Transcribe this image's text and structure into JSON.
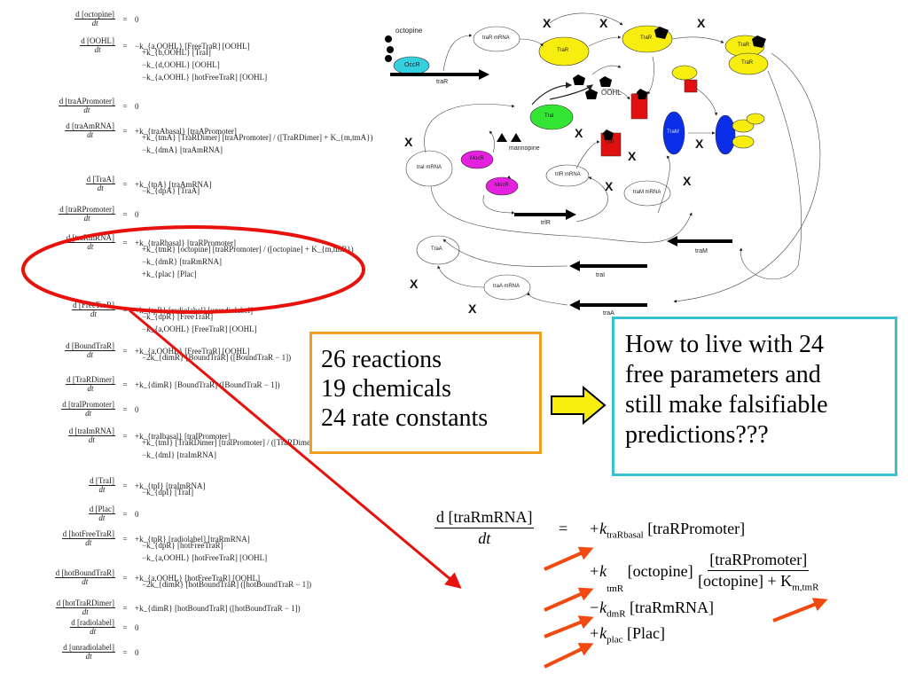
{
  "equations": [
    {
      "lhs": "d [octopine]",
      "rhs": [
        "0"
      ]
    },
    {
      "lhs": "d [OOHL]",
      "rhs": [
        "−k_{a,OOHL} [FreeTraR] [OOHL]",
        "+k_{b,OOHL} [TraI]",
        "−k_{d,OOHL} [OOHL]",
        "−k_{a,OOHL} [hotFreeTraR] [OOHL]"
      ]
    },
    {
      "lhs": "d [traAPromoter]",
      "rhs": [
        "0"
      ]
    },
    {
      "lhs": "d [traAmRNA]",
      "rhs": [
        "+k_{traAbasal} [traAPromoter]",
        "+k_{tmA} [TraRDimer] [traAPromoter] / ([TraRDimer] + K_{m,tmA})",
        "−k_{dmA} [traAmRNA]"
      ]
    },
    {
      "lhs": "d [TraA]",
      "rhs": [
        "+k_{tpA} [traAmRNA]",
        "−k_{dpA} [TraA]"
      ]
    },
    {
      "lhs": "d [traRPromoter]",
      "rhs": [
        "0"
      ]
    },
    {
      "lhs": "d [traRmRNA]",
      "rhs": [
        "+k_{traRbasal} [traRPromoter]",
        "+k_{tmR} [octopine] [traRPromoter] / ([octopine] + K_{m,tmR})",
        "−k_{dmR} [traRmRNA]",
        "+k_{plac} [Plac]"
      ]
    },
    {
      "lhs": "d [FreeTraR]",
      "rhs": [
        "+k_{tpR} [radiolabel] [unradiolabel]",
        "−k_{dpR} [FreeTraR]",
        "−k_{a,OOHL} [FreeTraR] [OOHL]"
      ]
    },
    {
      "lhs": "d [BoundTraR]",
      "rhs": [
        "+k_{a,OOHL} [FreeTraR] [OOHL]",
        "−2k_{dimR} [BoundTraR] ([BoundTraR − 1])"
      ]
    },
    {
      "lhs": "d [TraRDimer]",
      "rhs": [
        "+k_{dimR} [BoundTraR] ([BoundTraR − 1])"
      ]
    },
    {
      "lhs": "d [traIPromoter]",
      "rhs": [
        "0"
      ]
    },
    {
      "lhs": "d [traImRNA]",
      "rhs": [
        "+k_{traIbasal} [traIPromoter]",
        "+k_{tmI} [TraRDimer] [traIPromoter] / ([TraRDimer] + K_{m,tmI})",
        "−k_{dmI} [traImRNA]"
      ]
    },
    {
      "lhs": "d [TraI]",
      "rhs": [
        "+k_{tpI} [traImRNA]",
        "−k_{dpI} [TraI]"
      ]
    },
    {
      "lhs": "d [Plac]",
      "rhs": [
        "0"
      ]
    },
    {
      "lhs": "d [hotFreeTraR]",
      "rhs": [
        "+k_{tpR} [radiolabel] [traRmRNA]",
        "−k_{dpR} [hotFreeTraR]",
        "−k_{a,OOHL} [hotFreeTraR] [OOHL]"
      ]
    },
    {
      "lhs": "d [hotBoundTraR]",
      "rhs": [
        "+k_{a,OOHL} [hotFreeTraR] [OOHL]",
        "−2k_{dimR} [hotBoundTraR] ([hotBoundTraR − 1])"
      ]
    },
    {
      "lhs": "d [hotTraRDimer]",
      "rhs": [
        "+k_{dimR} [hotBoundTraR] ([hotBoundTraR − 1])"
      ]
    },
    {
      "lhs": "d [radiolabel]",
      "rhs": [
        "0"
      ]
    },
    {
      "lhs": "d [unradiolabel]",
      "rhs": [
        "0"
      ]
    }
  ],
  "dt": "dt",
  "summary_box": {
    "lines": [
      "26 reactions",
      "19 chemicals",
      "24 rate constants"
    ]
  },
  "question_box": {
    "lines": [
      "How to live with 24",
      "free parameters and",
      "still make falsifiable",
      "predictions???"
    ]
  },
  "zoom_equation": {
    "lhs_num": "d [traRmRNA]",
    "lhs_den": "dt",
    "eq": "=",
    "t1_k": "+k",
    "t1_sub": "traRbasal",
    "t1_rest": " [traRPromoter]",
    "t2_k": "+k",
    "t2_sub": "tmR",
    "t2_mid": " [octopine] ",
    "t2_num": "[traRPromoter]",
    "t2_den_a": "[octopine] + K",
    "t2_den_sub": "m,tmR",
    "t3_k": "−k",
    "t3_sub": "dmR",
    "t3_rest": " [traRmRNA]",
    "t4_k": "+k",
    "t4_sub": "plac",
    "t4_rest": " [Plac]"
  },
  "diagram": {
    "labels": {
      "octopine": "octopine",
      "occr": "OccR",
      "traR_gene": "traR",
      "traR_mrna": "traR mRNA",
      "traR_a": "TraR",
      "traR_b": "TraR",
      "traR_c": "TraR",
      "traR_d": "TraR",
      "oohl": "OOHL",
      "mannopine": "mannopine",
      "trlR_gene": "trlR",
      "trlR_mrna": "trlR mRNA",
      "traI_mrna_left": "traI mRNA",
      "traM_mrna": "traM mRNA",
      "traM_gene": "traM",
      "traA_prot": "TraA",
      "traA_mrna": "traA mRNA",
      "traI_gene": "traI",
      "traA_gene": "traA",
      "trai_prot": "TraI",
      "trlR_prot": "TrlR",
      "traM_prot": "TraM",
      "moc": "MocR",
      "moc2": "MocR"
    },
    "x_mark": "X"
  },
  "colors": {
    "highlight_red": "#e8120c",
    "arrow_orange": "#f04a10",
    "box_orange": "#f0a020",
    "box_teal": "#39c2d0",
    "yellow": "#f7ee10",
    "cyan": "#35d0e0",
    "green": "#33e633",
    "magenta": "#e620e0",
    "red": "#e01010",
    "blue": "#0a2ee8"
  }
}
